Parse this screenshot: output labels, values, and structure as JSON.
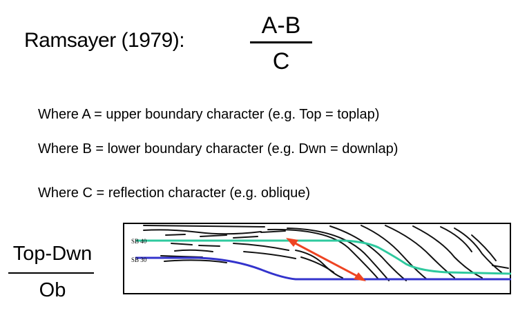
{
  "header": {
    "citation": "Ramsayer (1979):",
    "numerator": "A-B",
    "denominator": "C"
  },
  "definitions": [
    "Where A = upper boundary character (e.g. Top = toplap)",
    "Where B = lower boundary character (e.g. Dwn = downlap)",
    "Where C = reflection character (e.g. oblique)"
  ],
  "example": {
    "numerator": "Top-Dwn",
    "denominator": "Ob"
  },
  "diagram": {
    "labels": {
      "upper_boundary": "SB 40",
      "lower_boundary": "SB 30"
    },
    "colors": {
      "upper_boundary": "#2ec99e",
      "lower_boundary": "#3333cc",
      "arrow": "#ee4422",
      "reflectors": "#111111",
      "frame": "#000000"
    }
  }
}
